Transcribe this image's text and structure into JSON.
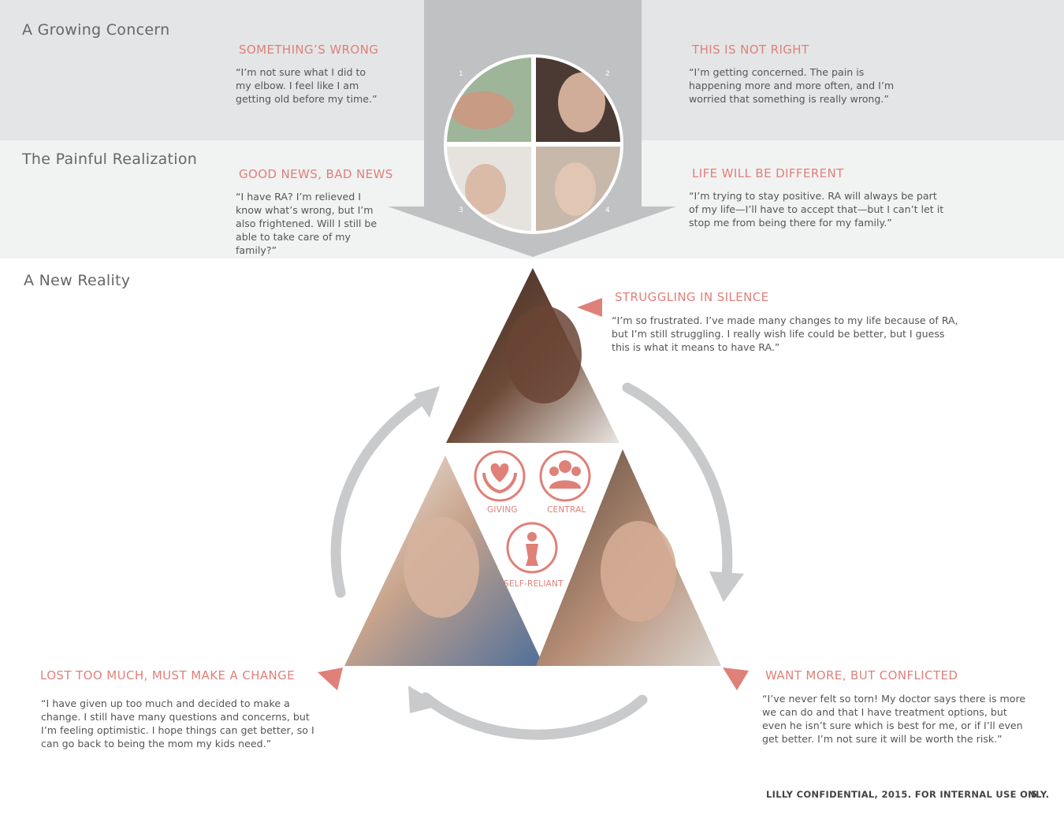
{
  "sections": {
    "growing": "A Growing Concern",
    "painful": "The Painful Realization",
    "new_reality": "A New Reality"
  },
  "stages": {
    "s1": {
      "heading": "SOMETHING’S WRONG",
      "quote": "“I’m not sure what I did to my elbow. I feel like I am getting old before my time.”"
    },
    "s2": {
      "heading": "THIS IS NOT RIGHT",
      "quote": "“I’m getting concerned. The pain is happening more and more often, and I’m worried that something is really wrong.”"
    },
    "s3": {
      "heading": "GOOD NEWS, BAD NEWS",
      "quote": "“I have RA? I’m relieved I know what’s wrong, but I’m also frightened. Will I still be able to take care of my family?”"
    },
    "s4": {
      "heading": "LIFE WILL BE DIFFERENT",
      "quote": "“I’m trying to stay positive. RA will always be part of my life—I’ll have to accept that—but I can’t let it stop me from being there for my family.”"
    },
    "s5": {
      "heading": "STRUGGLING IN SILENCE",
      "quote": "“I’m so frustrated. I’ve made many changes to my life because of RA, but I’m still struggling. I really wish life could be better, but I guess this is what it means to have RA.”"
    },
    "s6": {
      "heading": "LOST TOO MUCH, MUST MAKE A CHANGE",
      "quote": "“I have given up too much and decided to make a change. I still have many questions and concerns, but I’m feeling optimistic. I hope things can get better, so I can go back to being the mom my kids need.”"
    },
    "s7": {
      "heading": "WANT MORE, BUT CONFLICTED",
      "quote": "“I’ve never felt so torn! My doctor says there is more we can do and that I have treatment options, but even he isn’t sure which is best for me, or if I’ll even get better. I’m not sure it will be worth the risk.”"
    }
  },
  "circle_numbers": [
    "1",
    "2",
    "3",
    "4"
  ],
  "traits": {
    "giving": "GIVING",
    "central": "CENTRAL",
    "self_reliant": "SELF-RELIANT"
  },
  "icons": {
    "giving": "heart-hands-icon",
    "central": "group-people-icon",
    "self_reliant": "person-silhouette-icon"
  },
  "colors": {
    "accent": "#df8079",
    "band_top": "#e4e5e6",
    "band_mid": "#f1f2f2",
    "arrow_gray": "#c8c9ca"
  },
  "footer": {
    "text": "LILLY CONFIDENTIAL, 2015. FOR INTERNAL USE ONLY.",
    "page": "5"
  }
}
